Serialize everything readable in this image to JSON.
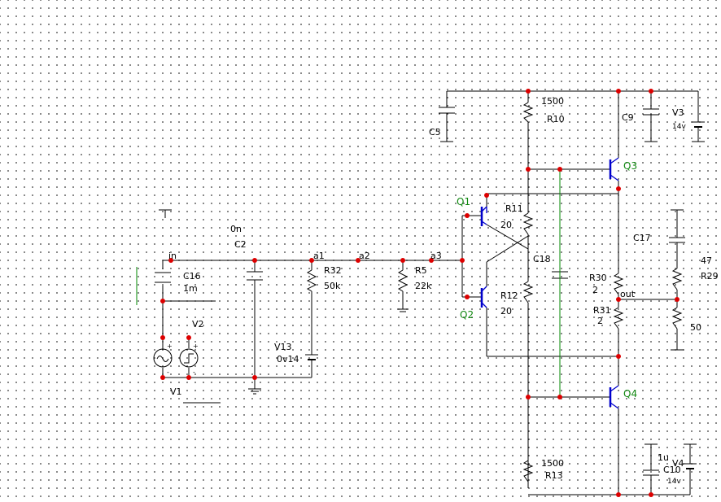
{
  "components": {
    "C2": {
      "name": "C2",
      "value": "0n"
    },
    "C5": {
      "name": "C5"
    },
    "C9": {
      "name": "C9"
    },
    "C10": {
      "name": "C10",
      "value": "1u"
    },
    "C16": {
      "name": "C16",
      "value": "1m"
    },
    "C17": {
      "name": "C17"
    },
    "C18": {
      "name": "C18"
    },
    "R5": {
      "name": "R5",
      "value": "22k"
    },
    "R10": {
      "name": "R10",
      "value": "1500"
    },
    "R11": {
      "name": "R11",
      "value": "20"
    },
    "R12": {
      "name": "R12",
      "value": "20"
    },
    "R13": {
      "name": "R13",
      "value": "1500"
    },
    "R29": {
      "name": "R29",
      "value": "47"
    },
    "R30": {
      "name": "R30",
      "value": "2"
    },
    "R31": {
      "name": "R31",
      "value": "2"
    },
    "R32": {
      "name": "R32",
      "value": "50k"
    },
    "Rload": {
      "value": "50"
    },
    "V1": {
      "name": "V1"
    },
    "V2": {
      "name": "V2"
    },
    "V3": {
      "name": "V3",
      "value": "14v"
    },
    "V4": {
      "name": "V4",
      "value": "14v"
    },
    "V13": {
      "name": "V13",
      "value": "0v14"
    },
    "Q1": {
      "name": "Q1"
    },
    "Q2": {
      "name": "Q2"
    },
    "Q3": {
      "name": "Q3"
    },
    "Q4": {
      "name": "Q4"
    }
  },
  "nodes": {
    "in": "in",
    "a1": "a1",
    "a2": "a2",
    "a3": "a3",
    "out": "out"
  },
  "source_signs": {
    "plus": "+",
    "minus": "-"
  },
  "colors": {
    "wire": "#000000",
    "node": "#dd0000",
    "transistor": "#0000cc",
    "probe": "#008800",
    "label_q": "#118811"
  }
}
